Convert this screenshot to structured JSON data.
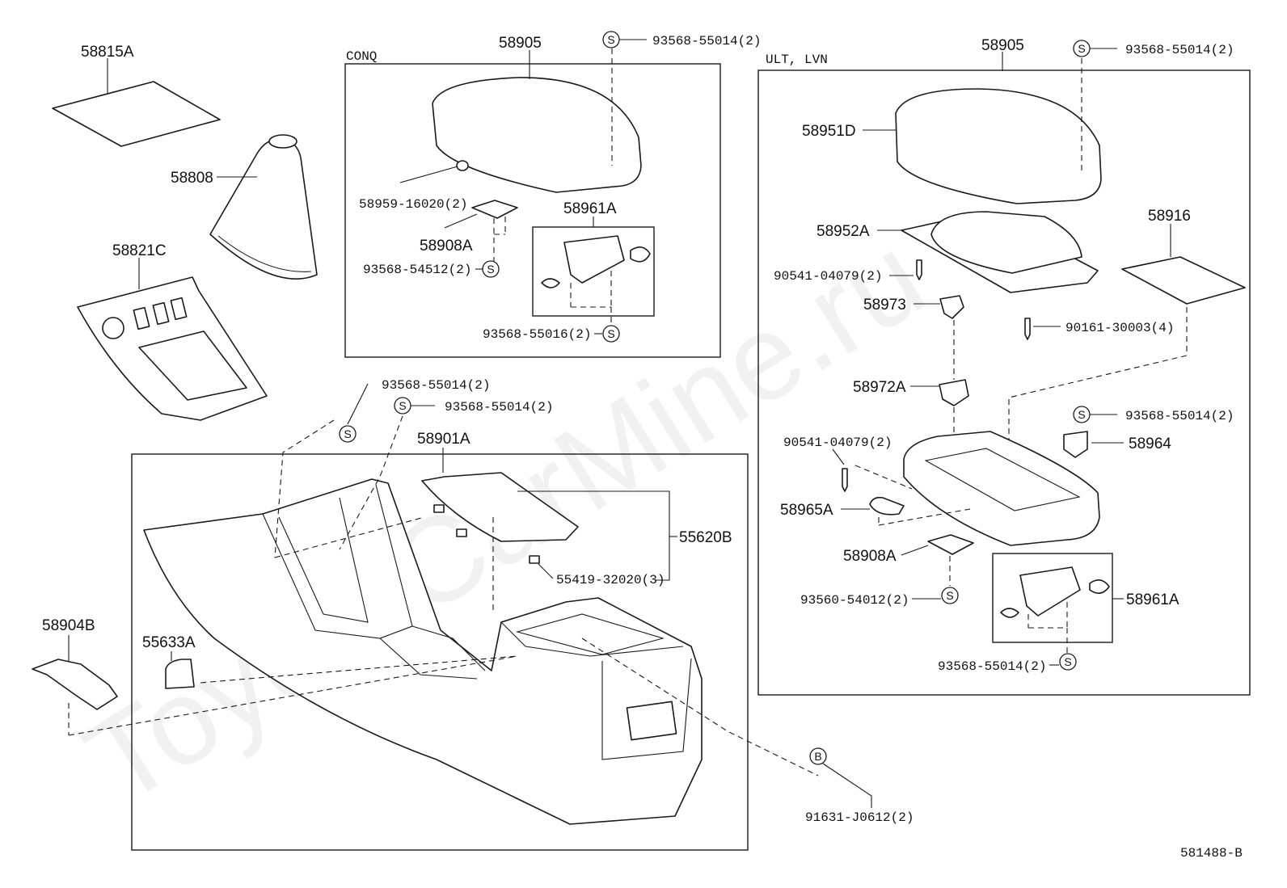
{
  "watermark": "ToyotaCarMine.ru",
  "drawing_code": "581488-B",
  "section_labels": {
    "conq": "CONQ",
    "ult_lvn": "ULT, LVN"
  },
  "symbols": {
    "s": "S",
    "b": "B"
  },
  "parts": {
    "p58815a": "58815A",
    "p58808": "58808",
    "p58821c": "58821C",
    "p58905_conq": "58905",
    "p58959": "58959-16020(2)",
    "p58908a_conq": "58908A",
    "p93568_54512": "93568-54512(2)",
    "p58961a_conq": "58961A",
    "p93568_55016": "93568-55016(2)",
    "p93568_55014_conq_top": "93568-55014(2)",
    "p93568_55014_mid1": "93568-55014(2)",
    "p93568_55014_mid2": "93568-55014(2)",
    "p58901a": "58901A",
    "p55620b": "55620B",
    "p55419": "55419-32020(3)",
    "p55633a": "55633A",
    "p58904b": "58904B",
    "p91631": "91631-J0612(2)",
    "p58905_ult": "58905",
    "p93568_55014_ult_top": "93568-55014(2)",
    "p58951d": "58951D",
    "p58952a": "58952A",
    "p90541_a": "90541-04079(2)",
    "p58973": "58973",
    "p90161": "90161-30003(4)",
    "p58916": "58916",
    "p58972a": "58972A",
    "p93568_55014_ult_mid": "93568-55014(2)",
    "p58964": "58964",
    "p90541_b": "90541-04079(2)",
    "p58965a": "58965A",
    "p58908a_ult": "58908A",
    "p93560": "93560-54012(2)",
    "p58961a_ult": "58961A",
    "p93568_55014_ult_bot": "93568-55014(2)"
  }
}
